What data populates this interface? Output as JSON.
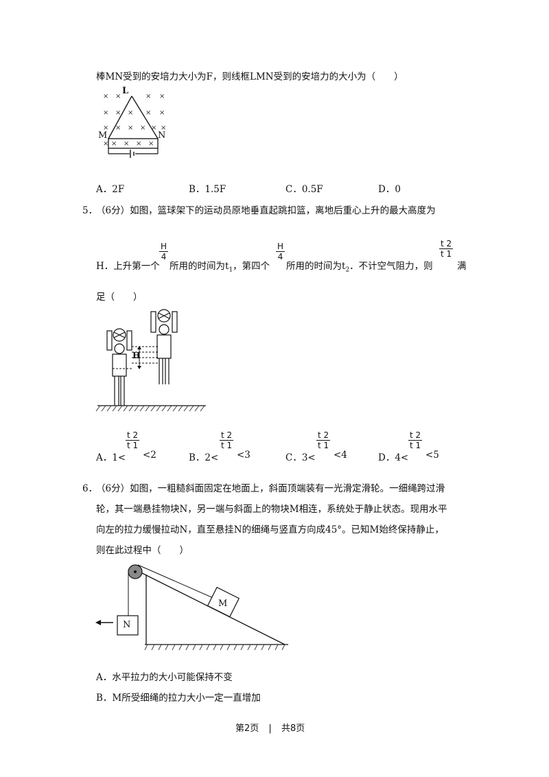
{
  "q4": {
    "stem_line": "棒MN受到的安培力大小为F，则线框LMN受到的安培力的大小为（　　）",
    "fig_label_L": "L",
    "fig_label_M": "M",
    "fig_label_N": "N",
    "options": [
      {
        "label": "A．2F"
      },
      {
        "label": "B．1.5F"
      },
      {
        "label": "C．0.5F"
      },
      {
        "label": "D．0"
      }
    ]
  },
  "q5": {
    "number": "5．",
    "line1": "（6分）如图，篮球架下的运动员原地垂直起跳扣篮，离地后重心上升的最大高度为",
    "line2_a": "H．上升第一个",
    "line2_b": "所用的时间为t",
    "line2_c": "，第四个",
    "line2_d": "所用的时间为t",
    "line2_e": "．不计空气阻力，则",
    "line2_f": "满",
    "line3": "足（　　）",
    "frac_H": "H",
    "frac_4": "4",
    "frac_t2": "t 2",
    "frac_t1": "t 1",
    "sub_1": "1",
    "sub_2": "2",
    "fig_label_H": "H",
    "options": [
      {
        "pre": "A．1<",
        "post": "<2"
      },
      {
        "pre": "B．2<",
        "post": "<3"
      },
      {
        "pre": "C．3<",
        "post": "<4"
      },
      {
        "pre": "D．4<",
        "post": "<5"
      }
    ]
  },
  "q6": {
    "number": "6．",
    "line1": "（6分）如图，一粗糙斜面固定在地面上，斜面顶端装有一光滑定滑轮。一细绳跨过滑",
    "line2": "轮，其一端悬挂物块N，另一端与斜面上的物块M相连，系统处于静止状态。现用水平",
    "line3": "向左的拉力缓慢拉动N，直至悬挂N的细绳与竖直方向成45°。已知M始终保持静止，",
    "line4": "则在此过程中（　　）",
    "fig_label_M": "M",
    "fig_label_N": "N",
    "options": [
      {
        "label": "A．水平拉力的大小可能保持不变"
      },
      {
        "label": "B．M所受细绳的拉力大小一定一直增加"
      }
    ]
  },
  "footer": {
    "page": "第2页",
    "sep": "|",
    "total": "共8页"
  }
}
